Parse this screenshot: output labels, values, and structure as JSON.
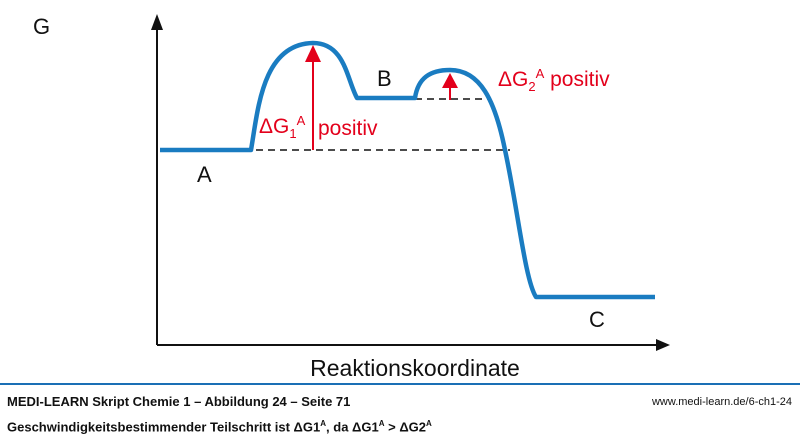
{
  "diagram": {
    "y_axis_label": "G",
    "x_axis_label": "Reaktionskoordinate",
    "states": {
      "a": "A",
      "b": "B",
      "c": "C"
    },
    "delta1": {
      "symbol": "ΔG",
      "sub": "1",
      "sup": "A",
      "text": "positiv"
    },
    "delta2": {
      "symbol": "ΔG",
      "sub": "2",
      "sup": "A",
      "text": "positiv"
    },
    "colors": {
      "curve": "#1a7cc1",
      "arrow": "#e3001b",
      "rule": "#1a6fb5"
    }
  },
  "footer": {
    "source": "MEDI-LEARN Skript Chemie 1 – Abbildung 24 – Seite 71",
    "url": "www.medi-learn.de/6-ch1-24",
    "caption_a": "Geschwindigkeitsbestimmender Teilschritt ist ΔG1",
    "caption_sup1": "A",
    "caption_b": ", da ΔG1",
    "caption_sup2": "A",
    "caption_c": " > ΔG2",
    "caption_sup3": "A"
  }
}
